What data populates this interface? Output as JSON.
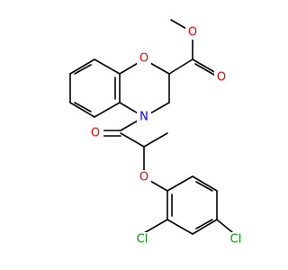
{
  "colors": {
    "oxygen": "#ff0000",
    "nitrogen": "#0000ff",
    "chlorine": "#00a000",
    "bond": "#000000"
  },
  "atoms": {
    "ring_oxygen": "O",
    "ester_carbonyl_oxygen": "O",
    "ester_oxygen": "O",
    "amide_nitrogen": "N",
    "amide_carbonyl_oxygen": "O",
    "ether_oxygen": "O",
    "chlorine_ortho": "Cl",
    "chlorine_para": "Cl"
  }
}
